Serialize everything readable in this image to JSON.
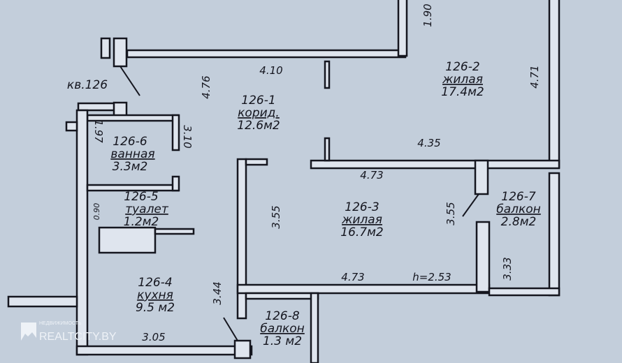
{
  "apartment_label": "кв.126",
  "rooms": [
    {
      "id": "126-1",
      "name": "корид.",
      "area": "12.6м2"
    },
    {
      "id": "126-2",
      "name": "жилая",
      "area": "17.4м2"
    },
    {
      "id": "126-3",
      "name": "жилая",
      "area": "16.7м2"
    },
    {
      "id": "126-4",
      "name": "кухня",
      "area": "9.5 м2"
    },
    {
      "id": "126-5",
      "name": "туалет",
      "area": "1.2м2"
    },
    {
      "id": "126-6",
      "name": "ванная",
      "area": "3.3м2"
    },
    {
      "id": "126-7",
      "name": "балкон",
      "area": "2.8м2"
    },
    {
      "id": "126-8",
      "name": "балкон",
      "area": "1.3 м2"
    }
  ],
  "dimensions": {
    "d190": "1.90",
    "d410": "4.10",
    "d476": "4.76",
    "d471": "4.71",
    "d197": "1.97",
    "d310": "3.10",
    "d435": "4.35",
    "d473a": "4.73",
    "d355a": "3.55",
    "d355b": "3.55",
    "d090": "0.90",
    "d473b": "4.73",
    "height": "h=2.53",
    "d333": "3.33",
    "d344": "3.44",
    "d305": "3.05"
  },
  "watermark": {
    "small": "НЕДВИЖИМОСТЬ",
    "big": "REALTCITY.BY"
  }
}
